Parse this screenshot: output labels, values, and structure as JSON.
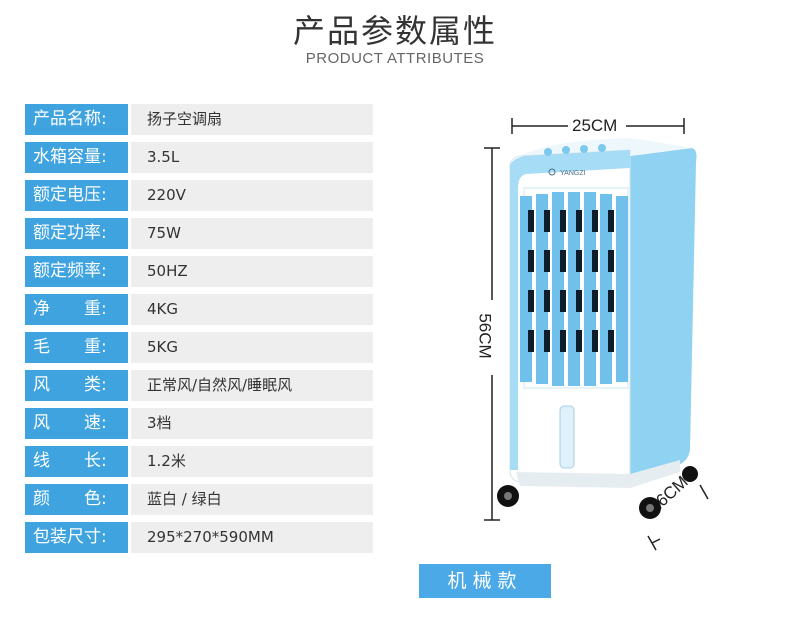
{
  "header": {
    "title": "产品参数属性",
    "subtitle": "PRODUCT ATTRIBUTES"
  },
  "attributes": [
    {
      "label": "产品名称:",
      "value": "扬子空调扇"
    },
    {
      "label": "水箱容量:",
      "value": "3.5L"
    },
    {
      "label": "额定电压:",
      "value": "220V"
    },
    {
      "label": "额定功率:",
      "value": "75W"
    },
    {
      "label": "额定频率:",
      "value": "50HZ"
    },
    {
      "label": "净　　重:",
      "value": "4KG"
    },
    {
      "label": "毛　　重:",
      "value": "5KG"
    },
    {
      "label": "风　　类:",
      "value": "正常风/自然风/睡眠风"
    },
    {
      "label": "风　　速:",
      "value": "3档"
    },
    {
      "label": "线　　长:",
      "value": "1.2米"
    },
    {
      "label": "颜　　色:",
      "value": "蓝白 / 绿白"
    },
    {
      "label": "包装尺寸:",
      "value": "295*270*590MM"
    }
  ],
  "dimensions": {
    "width": "25CM",
    "height": "56CM",
    "depth": "26CM"
  },
  "product": {
    "brand": "YANGZI",
    "accent_color": "#7cc8ee",
    "body_color": "#ffffff"
  },
  "badge": "机械款"
}
